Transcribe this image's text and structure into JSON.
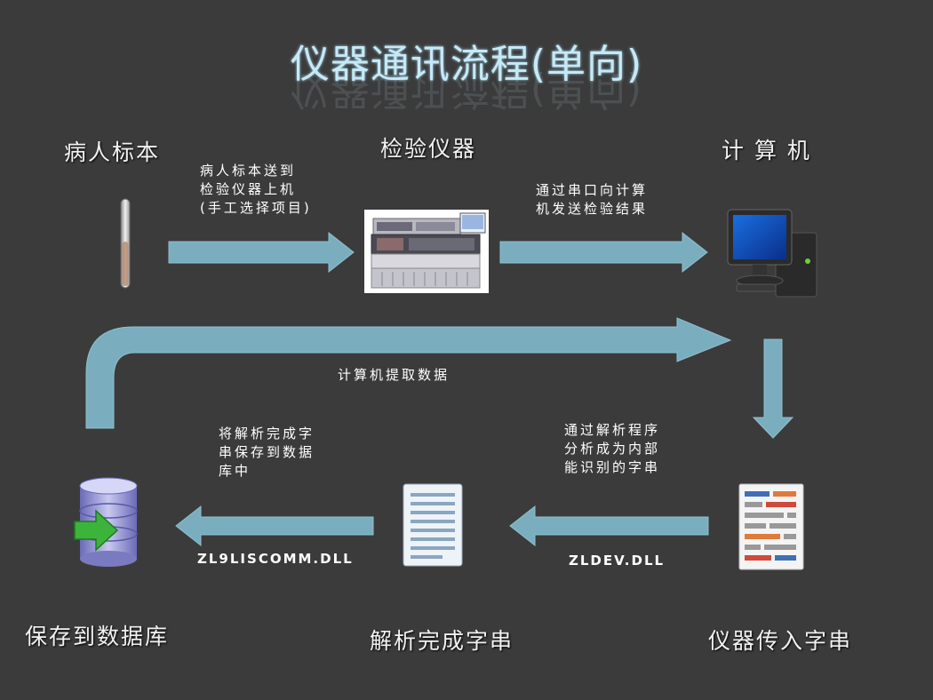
{
  "title": "仪器通讯流程(单向)",
  "nodes": {
    "specimen": "病人标本",
    "instrument": "检验仪器",
    "computer": "计 算 机",
    "save_db": "保存到数据库",
    "parsed_string": "解析完成字串",
    "instrument_string": "仪器传入字串"
  },
  "notes": {
    "send_to_instrument": "病人标本送到\n检验仪器上机\n(手工选择项目)",
    "send_to_computer": "通过串口向计算\n机发送检验结果",
    "computer_fetch": "计算机提取数据",
    "parse_program": "通过解析程序\n分析成为内部\n能识别的字串",
    "save_string": "将解析完成字\n串保存到数据\n库中"
  },
  "dlls": {
    "zldev": "ZLDEV.DLL",
    "zl9liscomm": "ZL9LISCOMM.DLL"
  },
  "icons": {
    "specimen": "test-tube-icon",
    "instrument": "lab-analyzer-icon",
    "computer": "desktop-computer-icon",
    "instrument_string": "text-document-icon",
    "parsed_string": "list-document-icon",
    "save_db": "database-import-icon"
  },
  "colors": {
    "background": "#3b3b3b",
    "arrow": "#7aaebf",
    "title": "#c6e9f6"
  }
}
